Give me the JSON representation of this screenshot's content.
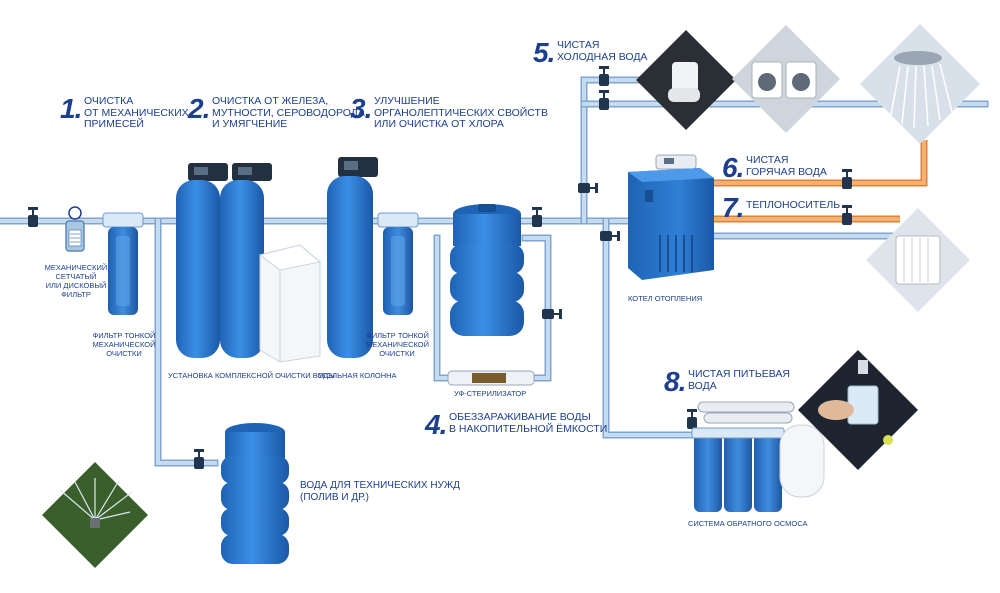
{
  "steps": [
    {
      "num": "1.",
      "line1": "Очистка",
      "line2": "от механических",
      "line3": "примесей"
    },
    {
      "num": "2.",
      "line1": "Очистка от железа,",
      "line2": "мутности, сероводорода",
      "line3": "и умягчение"
    },
    {
      "num": "3.",
      "line1": "Улучшение",
      "line2": "органолептических свойств",
      "line3": "или очистка от хлора"
    },
    {
      "num": "4.",
      "line1": "Обеззараживание воды",
      "line2": "в накопительной ёмкости",
      "line3": ""
    },
    {
      "num": "5.",
      "line1": "Чистая",
      "line2": "холодная вода",
      "line3": ""
    },
    {
      "num": "6.",
      "line1": "Чистая",
      "line2": "горячая вода",
      "line3": ""
    },
    {
      "num": "7.",
      "line1": "Теплоноситель",
      "line2": "",
      "line3": ""
    },
    {
      "num": "8.",
      "line1": "Чистая питьевая",
      "line2": "вода",
      "line3": ""
    }
  ],
  "labels": {
    "mech_filter": [
      "Механический",
      "сетчатый",
      "или дисковый",
      "фильтр"
    ],
    "fine_filter_1": [
      "Фильтр тонкой",
      "механической",
      "очистки"
    ],
    "complex_unit": "Установка комплексной очистки воды",
    "carbon_column": "Угольная колонна",
    "fine_filter_2": [
      "Фильтр тонкой",
      "механической",
      "очистки"
    ],
    "uv": "УФ-стерилизатор",
    "boiler": "Котел отопления",
    "ro_system": "Система обратного осмоса",
    "technical_water": [
      "Вода для технических нужд",
      "(полив и др.)"
    ]
  },
  "colors": {
    "accent": "#1d3f8f",
    "pipe": "#a9c6e3",
    "pipe_edge": "#6f9cc8",
    "hot_pipe": "#f0a25a",
    "tank": "#2f7fd6",
    "tank_dark": "#1f63b4",
    "valve": "#22354f"
  },
  "icons": [
    "toilet-icon",
    "washing-machine-icon",
    "shower-icon",
    "radiator-icon",
    "sprinkler-icon",
    "drinking-glass-icon",
    "valve-icon",
    "pressure-gauge-icon"
  ]
}
